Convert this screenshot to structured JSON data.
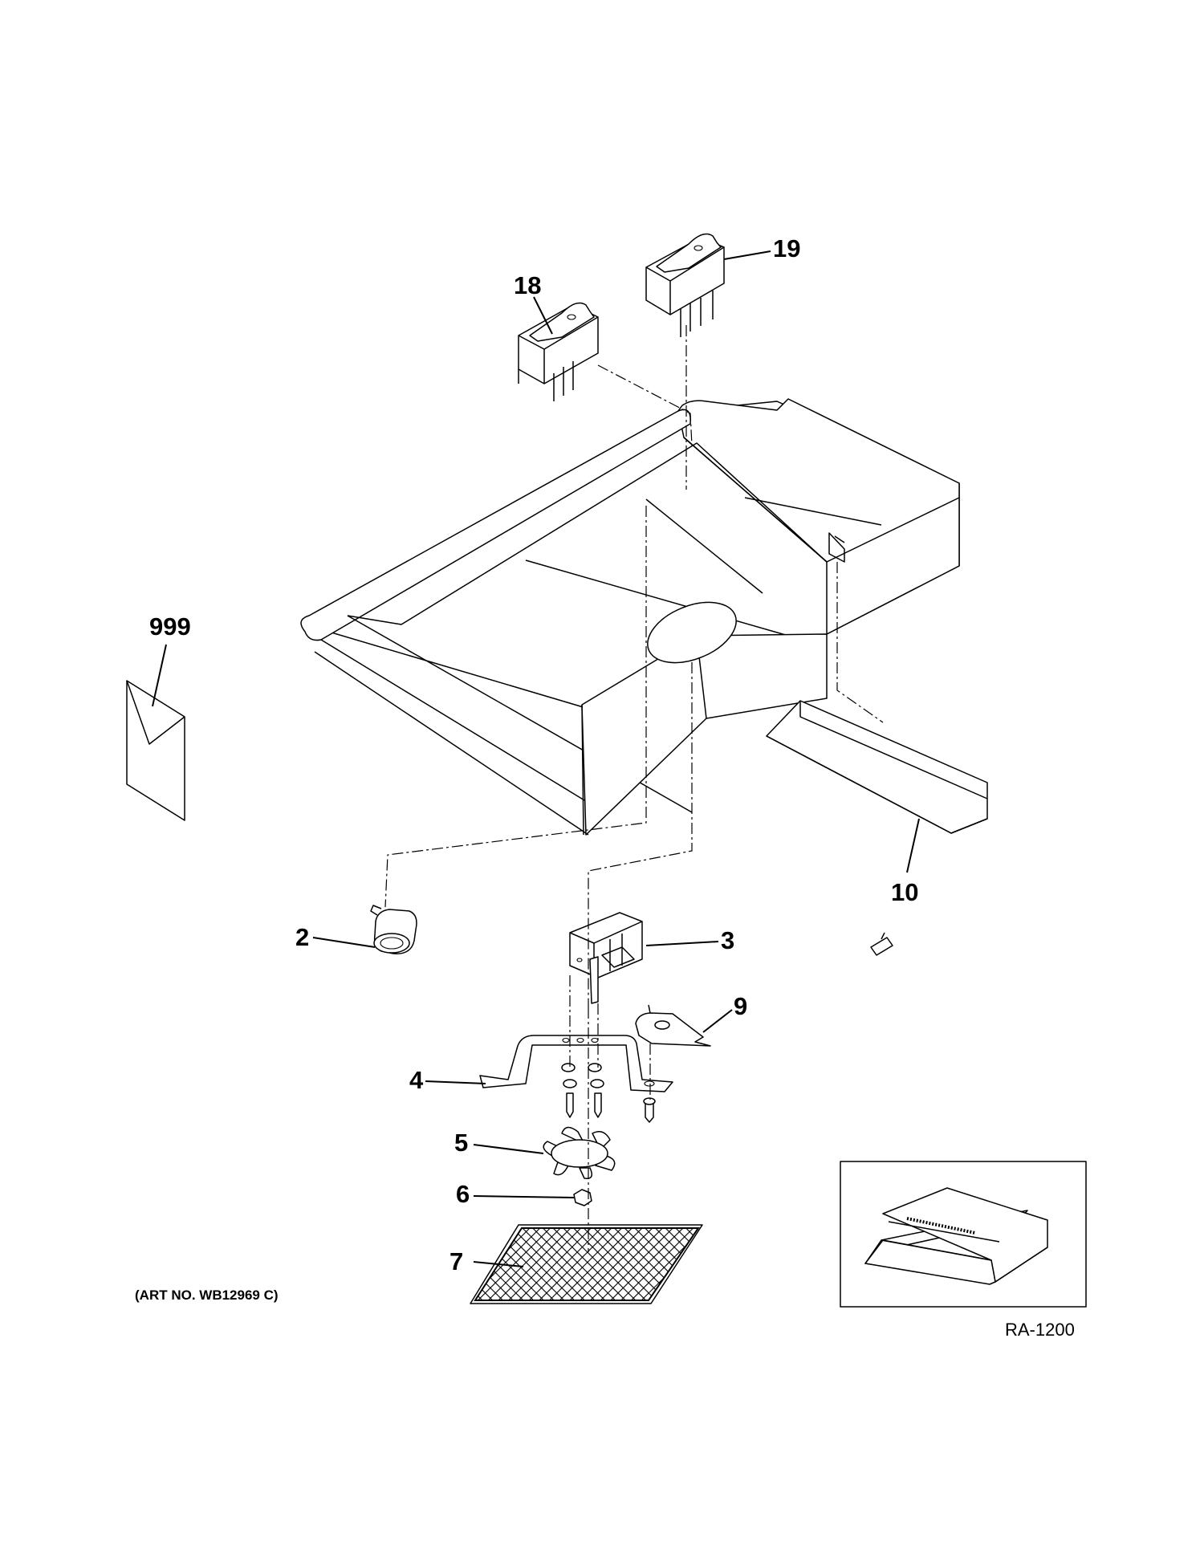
{
  "callouts": {
    "c18": "18",
    "c19": "19",
    "c999": "999",
    "c10": "10",
    "c2": "2",
    "c3": "3",
    "c9": "9",
    "c4": "4",
    "c5": "5",
    "c6": "6",
    "c7": "7"
  },
  "art_number": "(ART NO. WB12969 C)",
  "model_code": "RA-1200",
  "colors": {
    "ink": "#000000",
    "paper": "#ffffff"
  }
}
